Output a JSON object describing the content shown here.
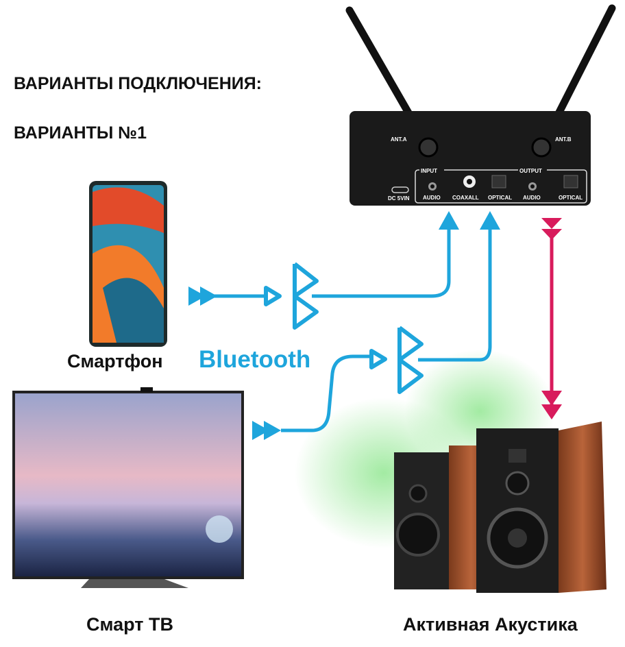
{
  "heading": "ВАРИАНТЫ ПОДКЛЮЧЕНИЯ:",
  "subheading": "ВАРИАНТЫ №1",
  "bluetooth_label": "Bluetooth",
  "devices": {
    "smartphone": "Смартфон",
    "smart_tv": "Смарт ТВ",
    "speakers": "Активная Акустика"
  },
  "receiver": {
    "antenna_a": "ANT.A",
    "antenna_b": "ANT.B",
    "input_group": "INPUT",
    "output_group": "OUTPUT",
    "ports": [
      "DC 5VIN",
      "AUDIO",
      "COAXALL",
      "OPTICAL",
      "AUDIO",
      "OPTICAL"
    ]
  },
  "colors": {
    "bluetooth": "#1ea5dc",
    "output": "#d81b5c"
  }
}
